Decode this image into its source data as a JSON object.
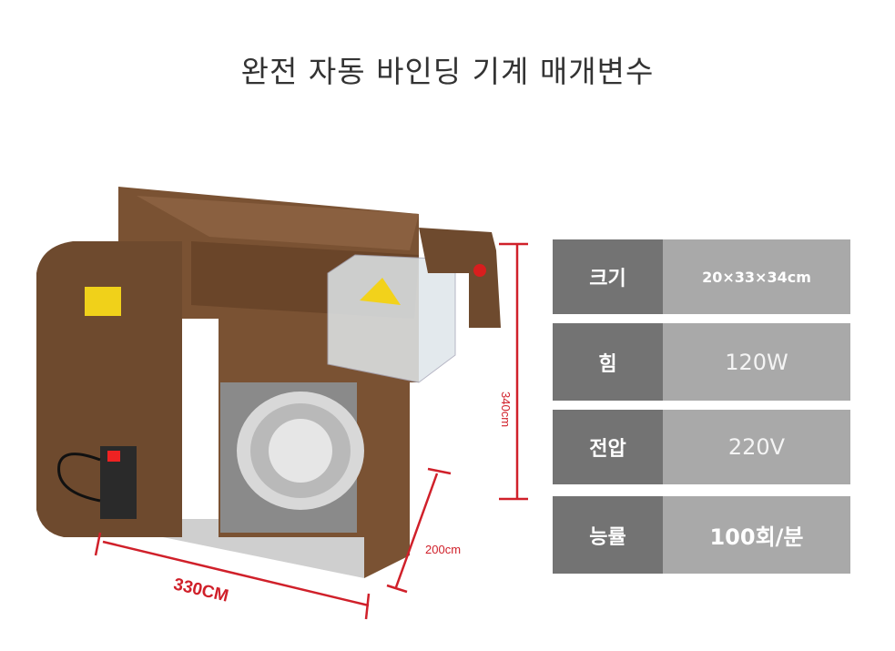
{
  "title": "완전 자동 바인딩 기계 매개변수",
  "specs": [
    {
      "label": "크기",
      "value": "20×33×34cm"
    },
    {
      "label": "힘",
      "value": "120W"
    },
    {
      "label": "전압",
      "value": "220V"
    },
    {
      "label": "능률",
      "value": "100회/분"
    }
  ],
  "dimensions": {
    "height": "340cm",
    "depth": "200cm",
    "width": "330CM"
  },
  "colors": {
    "machine_body": "#6e4a2e",
    "dimension_lines": "#d0202a",
    "label_cell": "#737373",
    "value_cell": "#a9a9a9"
  }
}
